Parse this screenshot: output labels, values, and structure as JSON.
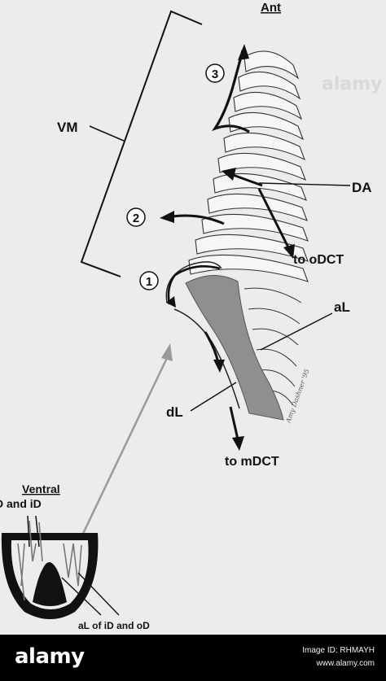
{
  "diagram": {
    "labels": {
      "ant": "Ant",
      "vm": "VM",
      "da": "DA",
      "to_odct": "to oDCT",
      "al": "aL",
      "dl": "dL",
      "to_mdct": "to mDCT",
      "ventral": "Ventral",
      "d_and_id": "D and iD",
      "al_of_id_and_od": "aL of iD and oD"
    },
    "steps": [
      "1",
      "2",
      "3"
    ],
    "artist_signature": "Amy Dashner '95",
    "colors": {
      "background": "#ececec",
      "shaded_region": "#8f8f8f",
      "arrow_line": "#111111",
      "gray_pointer": "#9a9a9a"
    }
  },
  "watermark": {
    "text": "alamy",
    "image_id": "Image ID: RHMAYH",
    "site": "www.alamy.com"
  }
}
